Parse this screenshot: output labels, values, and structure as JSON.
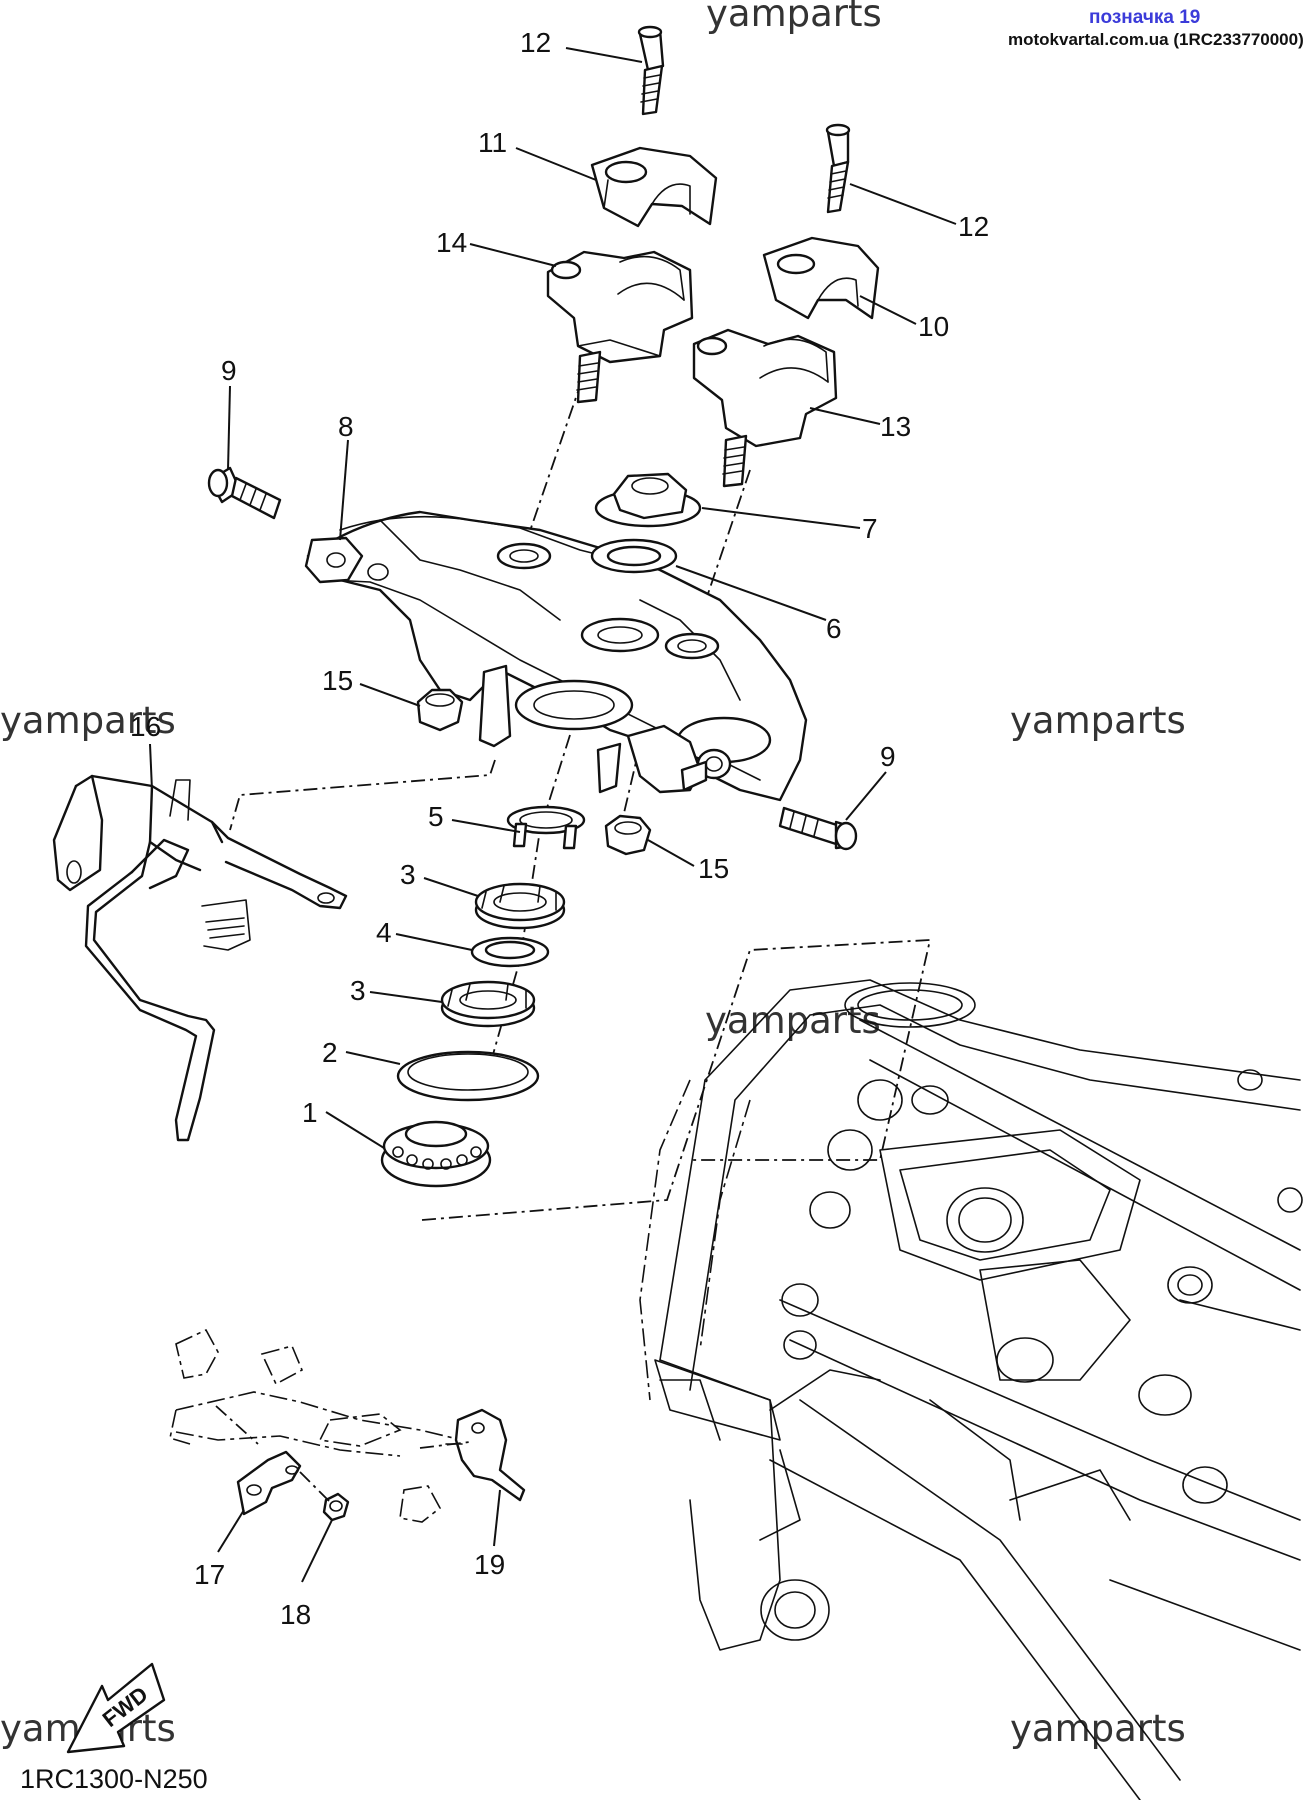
{
  "header": {
    "label": "позначка 19",
    "site": "motokvartal.com.ua (1RC233770000)"
  },
  "watermarks": [
    "yamparts",
    "yamparts",
    "yamparts",
    "yamparts",
    "yamparts"
  ],
  "diagram_code": "1RC1300-N250",
  "fwd_label": "FWD",
  "callouts": [
    "12",
    "11",
    "14",
    "12",
    "10",
    "13",
    "9",
    "8",
    "7",
    "6",
    "15",
    "16",
    "9",
    "5",
    "15",
    "3",
    "4",
    "3",
    "2",
    "1",
    "17",
    "18",
    "19"
  ]
}
